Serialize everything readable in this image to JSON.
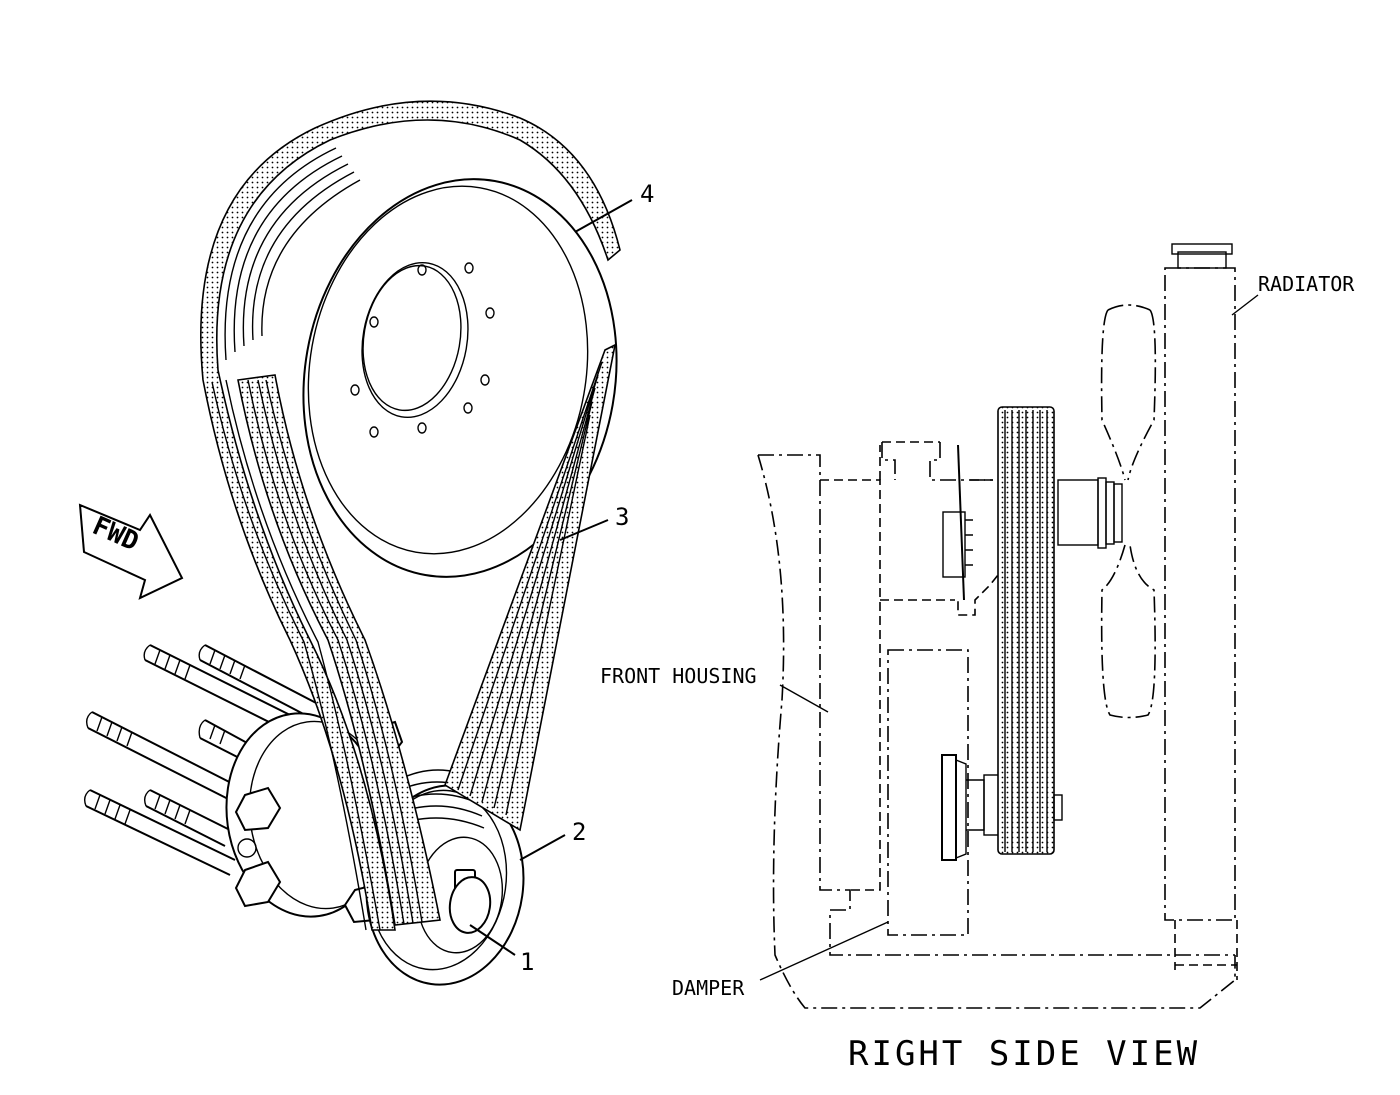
{
  "callouts": {
    "c1": "1",
    "c2": "2",
    "c3": "3",
    "c4": "4"
  },
  "arrow_label": "FWD",
  "labels": {
    "radiator": "RADIATOR",
    "front_housing": "FRONT HOUSING",
    "damper": "DAMPER"
  },
  "view_title": "RIGHT SIDE VIEW"
}
